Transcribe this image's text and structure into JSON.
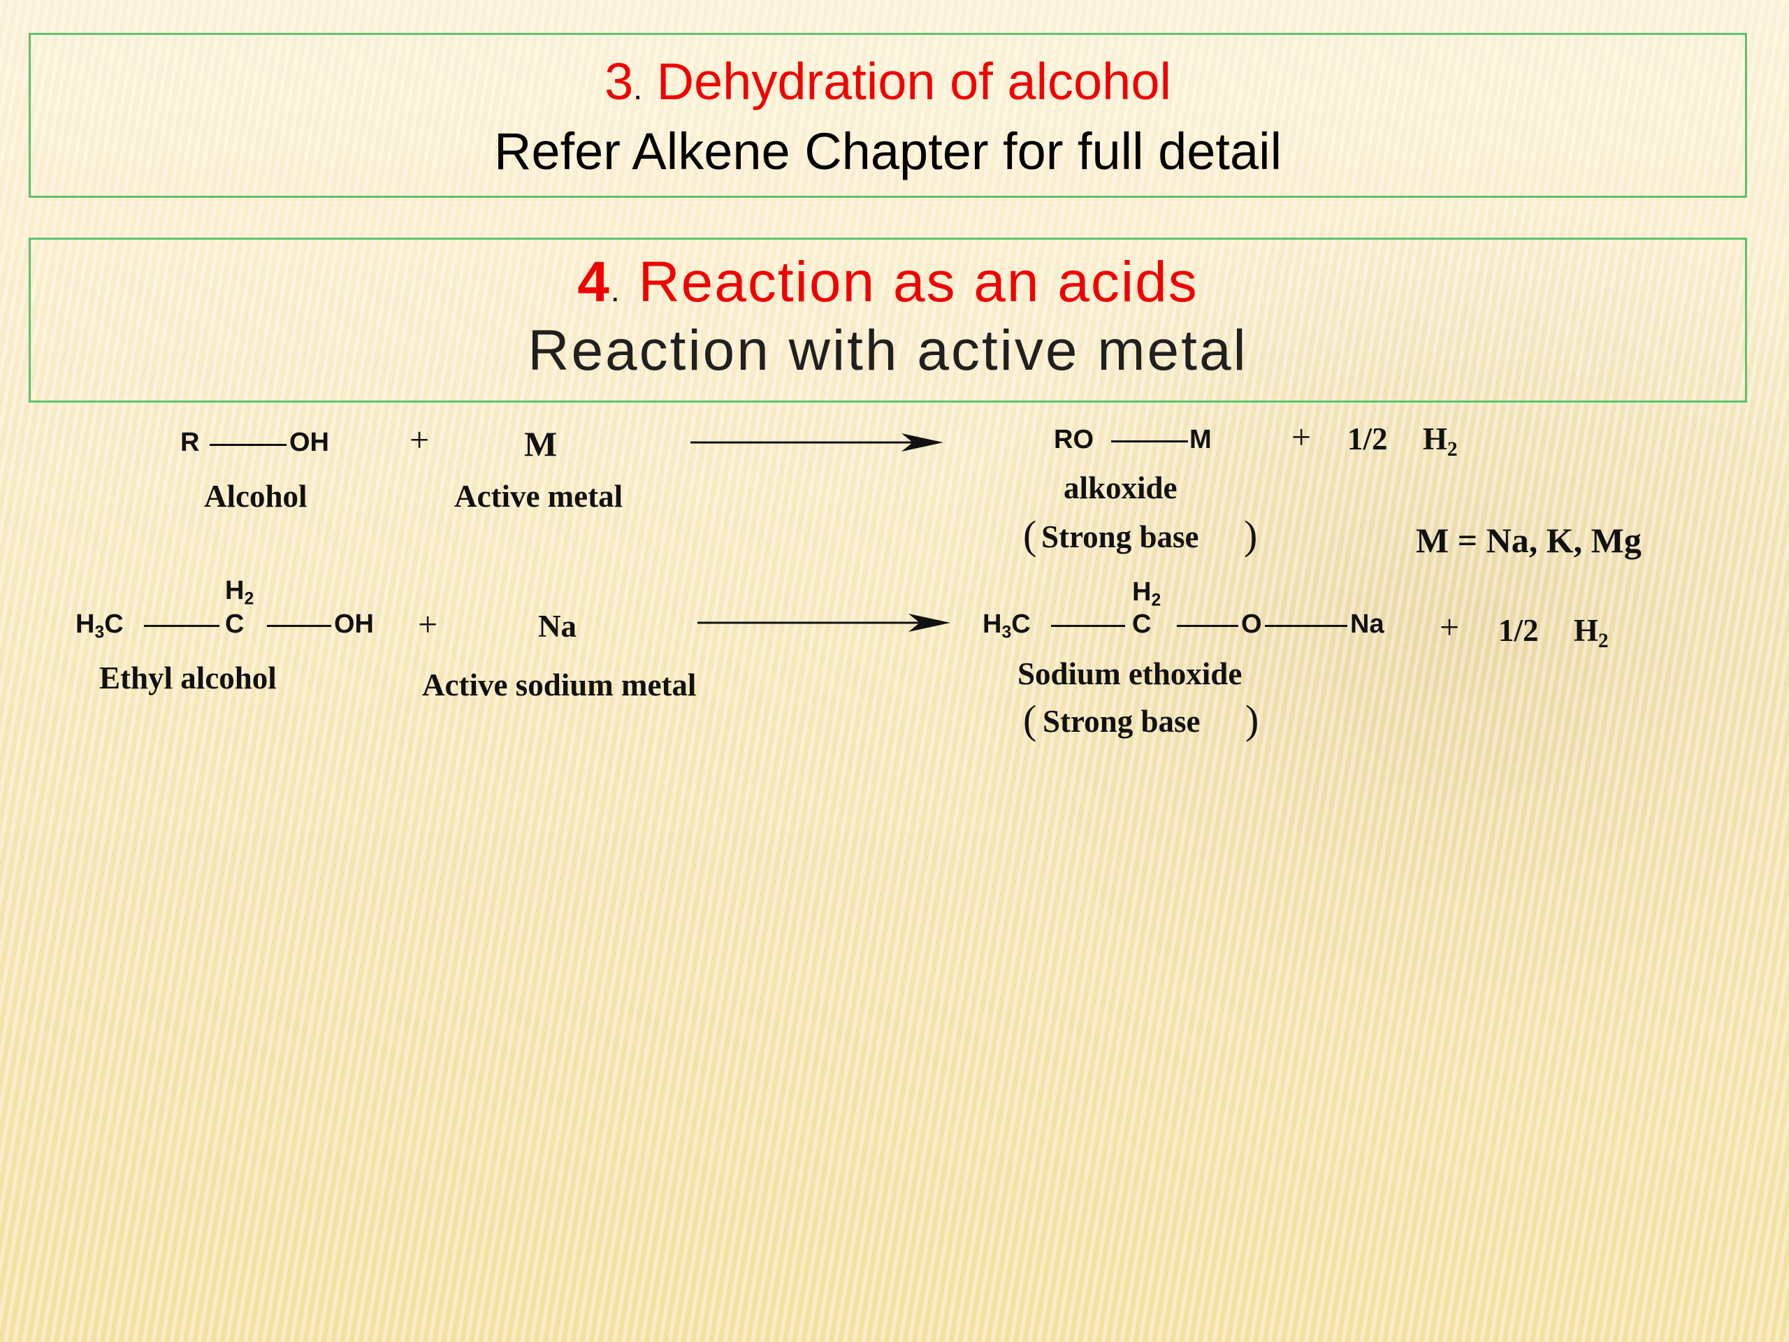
{
  "section3": {
    "number": "3",
    "title": "Dehydration of alcohol",
    "subtitle": "Refer Alkene Chapter for full detail"
  },
  "section4": {
    "number": "4",
    "title": "Reaction as an acids",
    "subtitle": "Reaction with active metal"
  },
  "general_reaction": {
    "reactant1_left": "R",
    "reactant1_right": "OH",
    "reactant1_label": "Alcohol",
    "plus1": "+",
    "reactant2": "M",
    "reactant2_label": "Active metal",
    "product_left": "RO",
    "product_right": "M",
    "product_label": "alkoxide",
    "product_note": "Strong base",
    "plus2": "+",
    "coefficient": "1/2",
    "hydrogen": "H",
    "hydrogen_sub": "2",
    "metals_note": "M = Na, K, Mg"
  },
  "ethyl_reaction": {
    "h3c": "H",
    "h3c_sub": "3",
    "h3c_c": "C",
    "ch2_h": "H",
    "ch2_sub": "2",
    "ch2_c": "C",
    "oh": "OH",
    "reactant1_label": "Ethyl alcohol",
    "plus1": "+",
    "reactant2": "Na",
    "reactant2_label": "Active sodium metal",
    "product_o": "O",
    "product_na": "Na",
    "product_label": "Sodium ethoxide",
    "product_note": "Strong base",
    "plus2": "+",
    "coefficient": "1/2",
    "hydrogen": "H",
    "hydrogen_sub": "2"
  }
}
